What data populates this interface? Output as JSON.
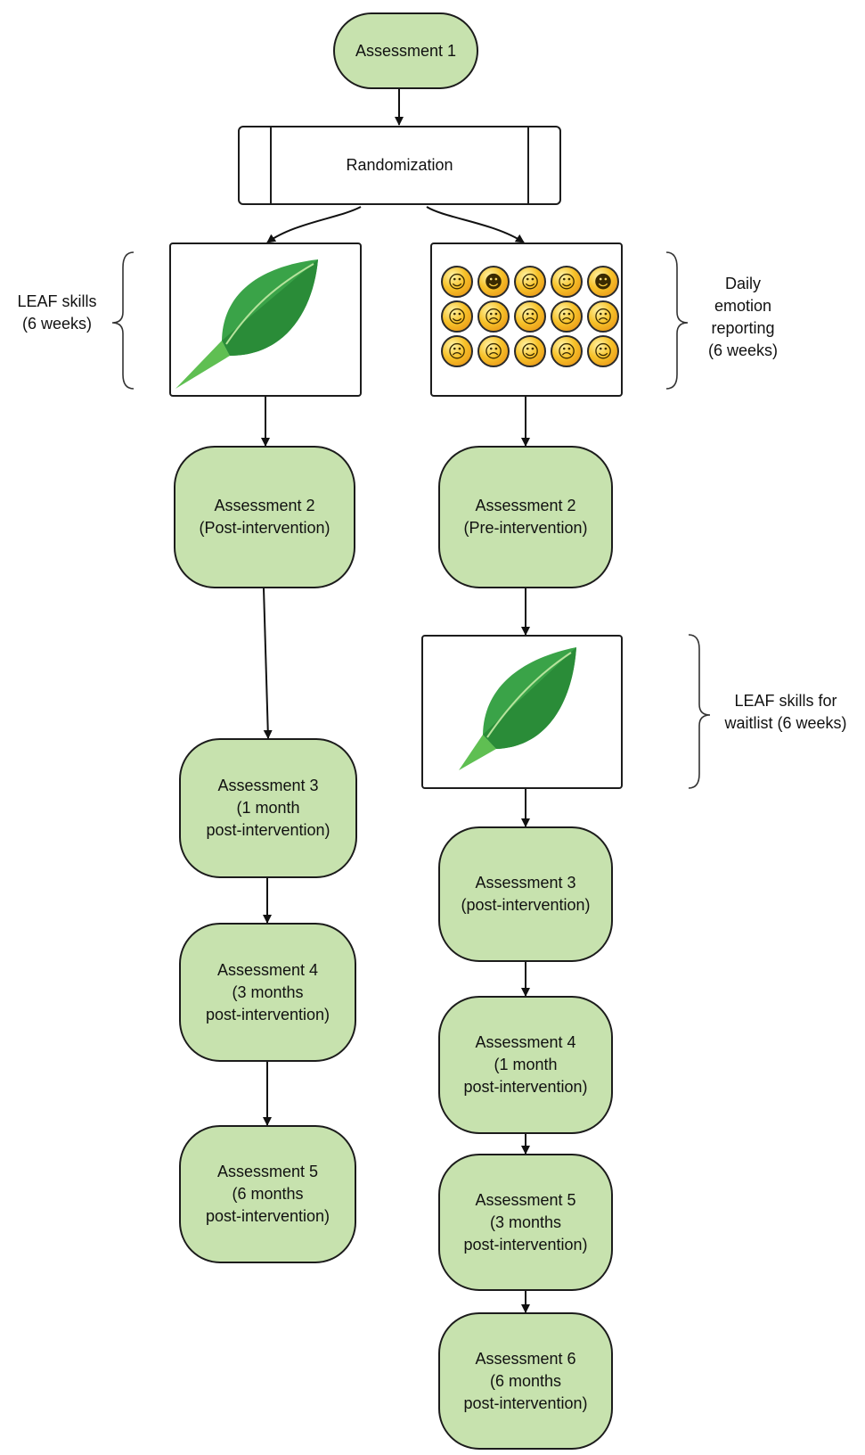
{
  "start": {
    "label": "Assessment 1"
  },
  "randomization": {
    "label": "Randomization"
  },
  "left_arm": {
    "intervention_label": [
      "LEAF skills",
      "(6 weeks)"
    ],
    "intervention_icon": "leaf-icon",
    "assessments": [
      {
        "lines": [
          "Assessment 2",
          "(Post-intervention)"
        ]
      },
      {
        "lines": [
          "Assessment 3",
          "(1 month",
          "post-intervention)"
        ]
      },
      {
        "lines": [
          "Assessment 4",
          "(3 months",
          "post-intervention)"
        ]
      },
      {
        "lines": [
          "Assessment 5",
          "(6 months",
          "post-intervention)"
        ]
      }
    ]
  },
  "right_arm": {
    "reporting_label": [
      "Daily",
      "emotion",
      "reporting",
      "(6 weeks)"
    ],
    "reporting_icon": "emoji-faces-icon",
    "emojis": [
      "☺",
      "☻",
      "☺",
      "☺",
      "☻",
      "☺",
      "☹",
      "☹",
      "☹",
      "☹",
      "☹",
      "☹",
      "☺",
      "☹",
      "☺"
    ],
    "pre_assessment": {
      "lines": [
        "Assessment 2",
        "(Pre-intervention)"
      ]
    },
    "waitlist_label": [
      "LEAF skills for",
      "waitlist (6 weeks)"
    ],
    "waitlist_icon": "leaf-icon",
    "assessments": [
      {
        "lines": [
          "Assessment 3",
          "(post-intervention)"
        ]
      },
      {
        "lines": [
          "Assessment 4",
          "(1 month",
          "post-intervention)"
        ]
      },
      {
        "lines": [
          "Assessment 5",
          "(3 months",
          "post-intervention)"
        ]
      },
      {
        "lines": [
          "Assessment 6",
          "(6 months",
          "post-intervention)"
        ]
      }
    ]
  },
  "colors": {
    "node_fill": "#c7e2ae",
    "border": "#1c1c1c",
    "leaf_dark": "#2f9a3c",
    "leaf_light": "#8fd07a"
  }
}
